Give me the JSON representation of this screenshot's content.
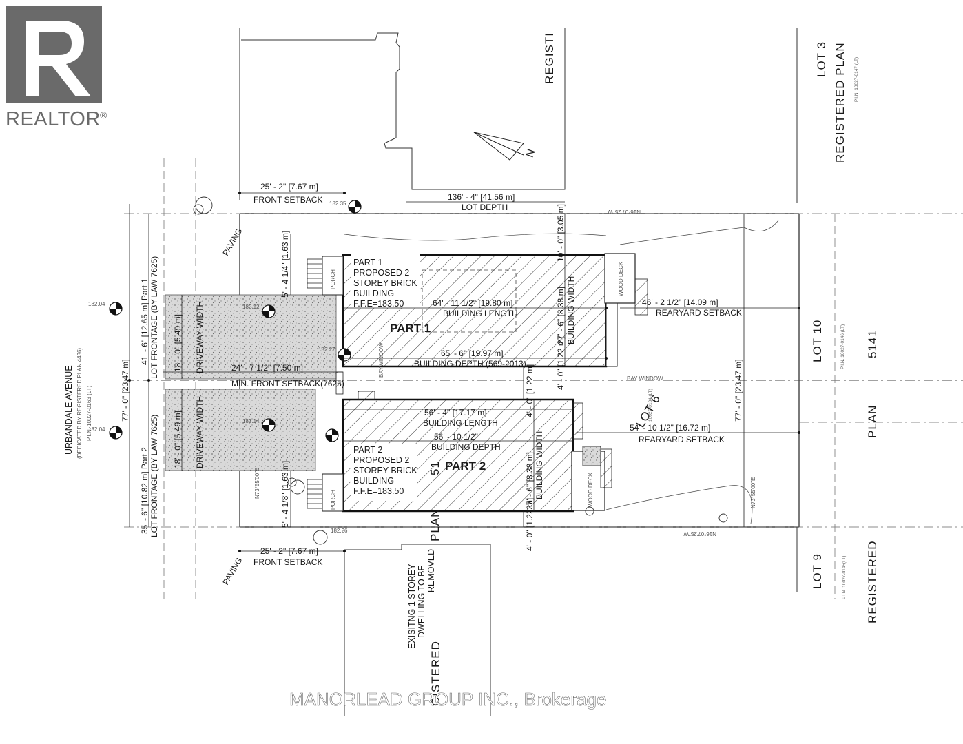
{
  "logo": {
    "text": "REALTOR",
    "mark": "®"
  },
  "street": {
    "name": "URBANDALE AVENUE",
    "dedication": "(DEDICATED BY REGISTERED PLAN 4436)",
    "pin": "P.I.N. 10027-0163 (LT)"
  },
  "north_lots": {
    "lot": "LOT 3",
    "plan": "REGISTERED PLAN",
    "pin": "P.I.N. 10027-0147 (LT)",
    "registered_top": "REGISTI"
  },
  "right_lots": {
    "lot10": "LOT 10",
    "lot10_pin": "P.I.N. 10027-0146 (LT)",
    "plan": "PLAN",
    "plan_no": "5141",
    "lot9": "LOT 9",
    "lot9_pin": "P.I.N. 10027-0145(LT)",
    "registered": "REGISTERED"
  },
  "lot6": {
    "lot": "LOT 6",
    "pin": "10027-0134 (LT)",
    "plan": "PLAN",
    "plan_no": "51"
  },
  "existing": {
    "line1": "EXISITNG 1 STOREY",
    "line2": "DWELLING TO BE",
    "line3": "REMOVED",
    "registered": "GISTERED"
  },
  "part1": {
    "title": "PART 1",
    "desc": [
      "PART 1",
      "PROPOSED 2",
      "STOREY BRICK",
      "BUILDING",
      "F.F.E=183.50"
    ],
    "building_length": "64' - 11 1/2\" [19.80 m]",
    "building_length_label": "BUILDING LENGTH",
    "building_depth": "65' - 6\" [19.97 m]",
    "building_depth_label": "BUILDING DEPTH (569-2013)",
    "building_width": "27' - 6\" [8.38 m]",
    "building_width_label": "BUILDING WIDTH",
    "porch": "PORCH",
    "deck": "WOOD DECK",
    "baywindow": "BAYWINDOW",
    "rearyard": "46' - 2 1/2\" [14.09 m]",
    "rearyard_label": "REARYARD SETBACK",
    "side_top": "10' - 0\" [3.05 m]",
    "side_bottom": "4' - 0\" [1.22 m]",
    "frontage": "41' - 6\" [12.65 m] Part 1",
    "frontage_label": "LOT FRONTAGE (BY LAW 7625)",
    "driveway": "18' - 0\" [5.49 m]",
    "driveway_label": "DRIVEWAY WIDTH",
    "porch_setback": "5' - 4 1/4\" [1.63 m]"
  },
  "part2": {
    "title": "PART 2",
    "desc": [
      "PART 2",
      "PROPOSED 2",
      "STOREY BRICK",
      "BUILDING",
      "F.F.E=183.50"
    ],
    "building_length": "56' - 4\" [17.17 m]",
    "building_length_label": "BUILDING LENGTH",
    "building_depth": "56' - 10 1/2\"",
    "building_depth_label": "BUILDING DEPTH",
    "building_width": "27' - 6\" [8.38 m]",
    "building_width_label": "BUILDING WIDTH",
    "porch": "PORCH",
    "deck": "WOOD DECK",
    "baywindow": "BAY WINDOW",
    "rearyard": "54' - 10 1/2\" [16.72 m]",
    "rearyard_label": "REARYARD SETBACK",
    "side_top": "4' - 0\" [1.22 m]",
    "side_bottom": "4' - 0\" [1.22 m]",
    "frontage": "35' - 6\" [10.82 m] Part 2",
    "frontage_label": "LOT FRONTAGE (BY LAW 7625)",
    "driveway": "18' - 0\" [5.49 m]",
    "driveway_label": "DRIVEWAY WIDTH",
    "porch_setback": "5' - 4 1/8\" [1.63 m]"
  },
  "front_setback": {
    "top_value": "25' - 2\" [7.67 m]",
    "bottom_value": "25' - 2\" [7.67 m]",
    "label": "FRONT SETBACK"
  },
  "min_front_setback": {
    "value": "24' - 7 1/2\" [7.50 m]",
    "label": "MIN. FRONT SETBACK(7625)"
  },
  "lot_depth": {
    "value": "136' - 4\" [41.56 m]",
    "label": "LOT DEPTH"
  },
  "overall": {
    "left": "77' - 0\" [23.47 m]",
    "right": "77' - 0\" [23.47 m]"
  },
  "paving": "PAVING",
  "elevations": {
    "e1": "182.04",
    "e2": "182.04",
    "e3": "182.35",
    "e4": "182.12",
    "e5": "182.27",
    "e6": "182.14",
    "e7": "182.26"
  },
  "bearings": {
    "top": "N16°07'25\"W",
    "bottom": "N16°07'25\"W",
    "left": "N73°55'00\"E",
    "right": "N73°55'00\"E"
  },
  "watermark": "MANORLEAD GROUP INC., Brokerage"
}
